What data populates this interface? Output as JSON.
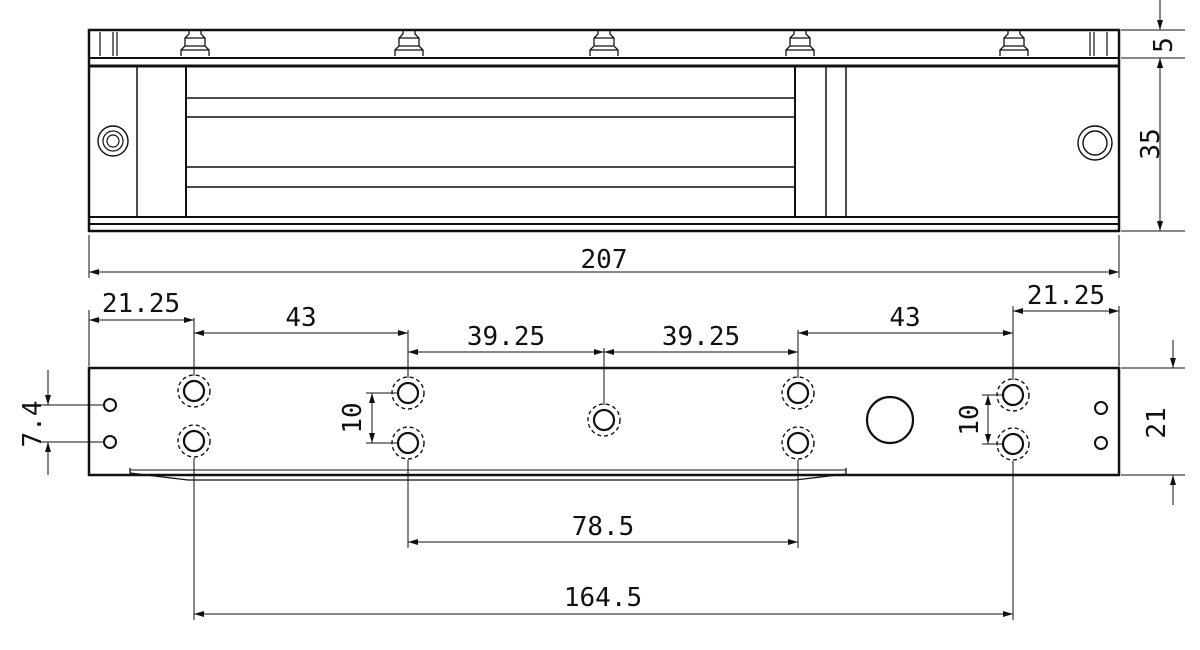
{
  "colors": {
    "line": "#111111",
    "background": "#ffffff"
  },
  "dimensions": {
    "top_height_cap": "5",
    "top_height_body": "35",
    "overall_length": "207",
    "left_edge_to_hole": "21.25",
    "left_hole_spacing": "43",
    "center_left_spacing": "39.25",
    "center_right_spacing": "39.25",
    "right_hole_spacing": "43",
    "right_edge_to_hole": "21.25",
    "small_hole_pitch": "7.4",
    "left_pair_pitch": "10",
    "right_pair_pitch": "10",
    "bottom_width": "21",
    "inner_span": "78.5",
    "outer_span": "164.5"
  }
}
